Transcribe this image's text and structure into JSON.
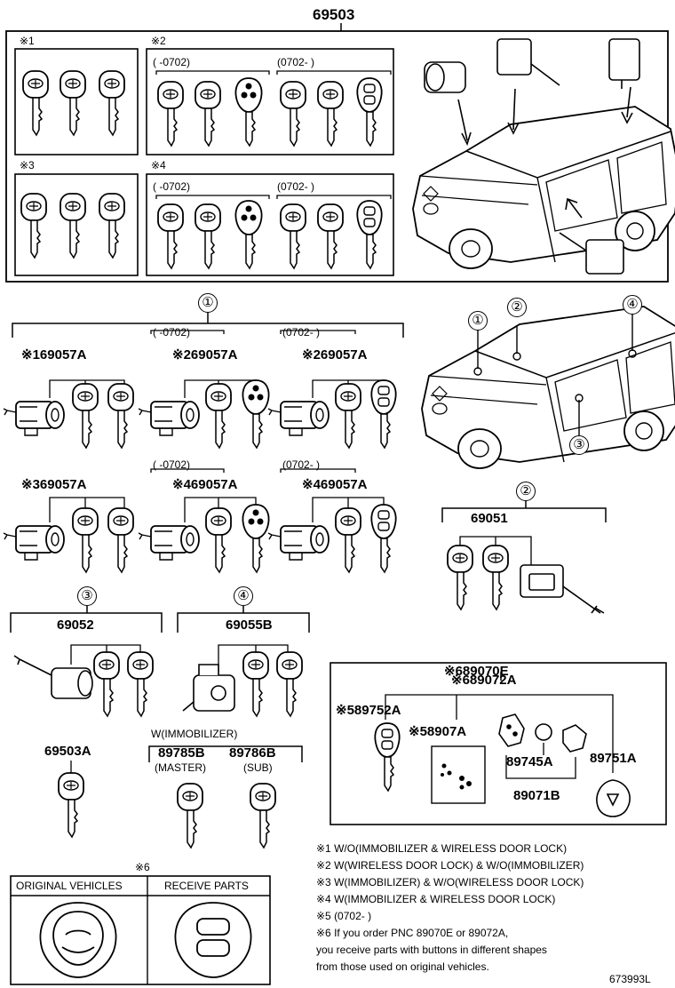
{
  "parts": {
    "p69503": "69503",
    "p69057A": "69057A",
    "p69051": "69051",
    "p69052": "69052",
    "p69055B": "69055B",
    "p69503A": "69503A",
    "p89070E": "89070E",
    "p89072A": "89072A",
    "p89752A": "89752A",
    "p8907A": "8907A",
    "p89745A": "89745A",
    "p89751A": "89751A",
    "p89071B": "89071B",
    "p89785B": "89785B",
    "p89786B": "89786B"
  },
  "marks": {
    "m1": "※1",
    "m2": "※2",
    "m3": "※3",
    "m4": "※4",
    "m5": "※5",
    "m6": "※6"
  },
  "periods": {
    "before": "(      -0702)",
    "after": "(0702-      )"
  },
  "callouts": [
    "①",
    "②",
    "③",
    "④"
  ],
  "immobilizer": {
    "header": "W(IMMOBILIZER)",
    "master": "(MASTER)",
    "sub": "(SUB)"
  },
  "comparison": {
    "original": "ORIGINAL VEHICLES",
    "receive": "RECEIVE PARTS"
  },
  "notes": [
    "※1 W/O(IMMOBILIZER & WIRELESS DOOR LOCK)",
    "※2 W(WIRELESS DOOR LOCK) & W/O(IMMOBILIZER)",
    "※3 W(IMMOBILIZER) & W/O(WIRELESS DOOR LOCK)",
    "※4 W(IMMOBILIZER & WIRELESS DOOR LOCK)",
    "※5 (0702-      )",
    "※6 If you order PNC 89070E or 89072A,",
    "      you receive parts with buttons in different shapes",
    "      from those used on original vehicles."
  ],
  "diagram_code": "673993L"
}
